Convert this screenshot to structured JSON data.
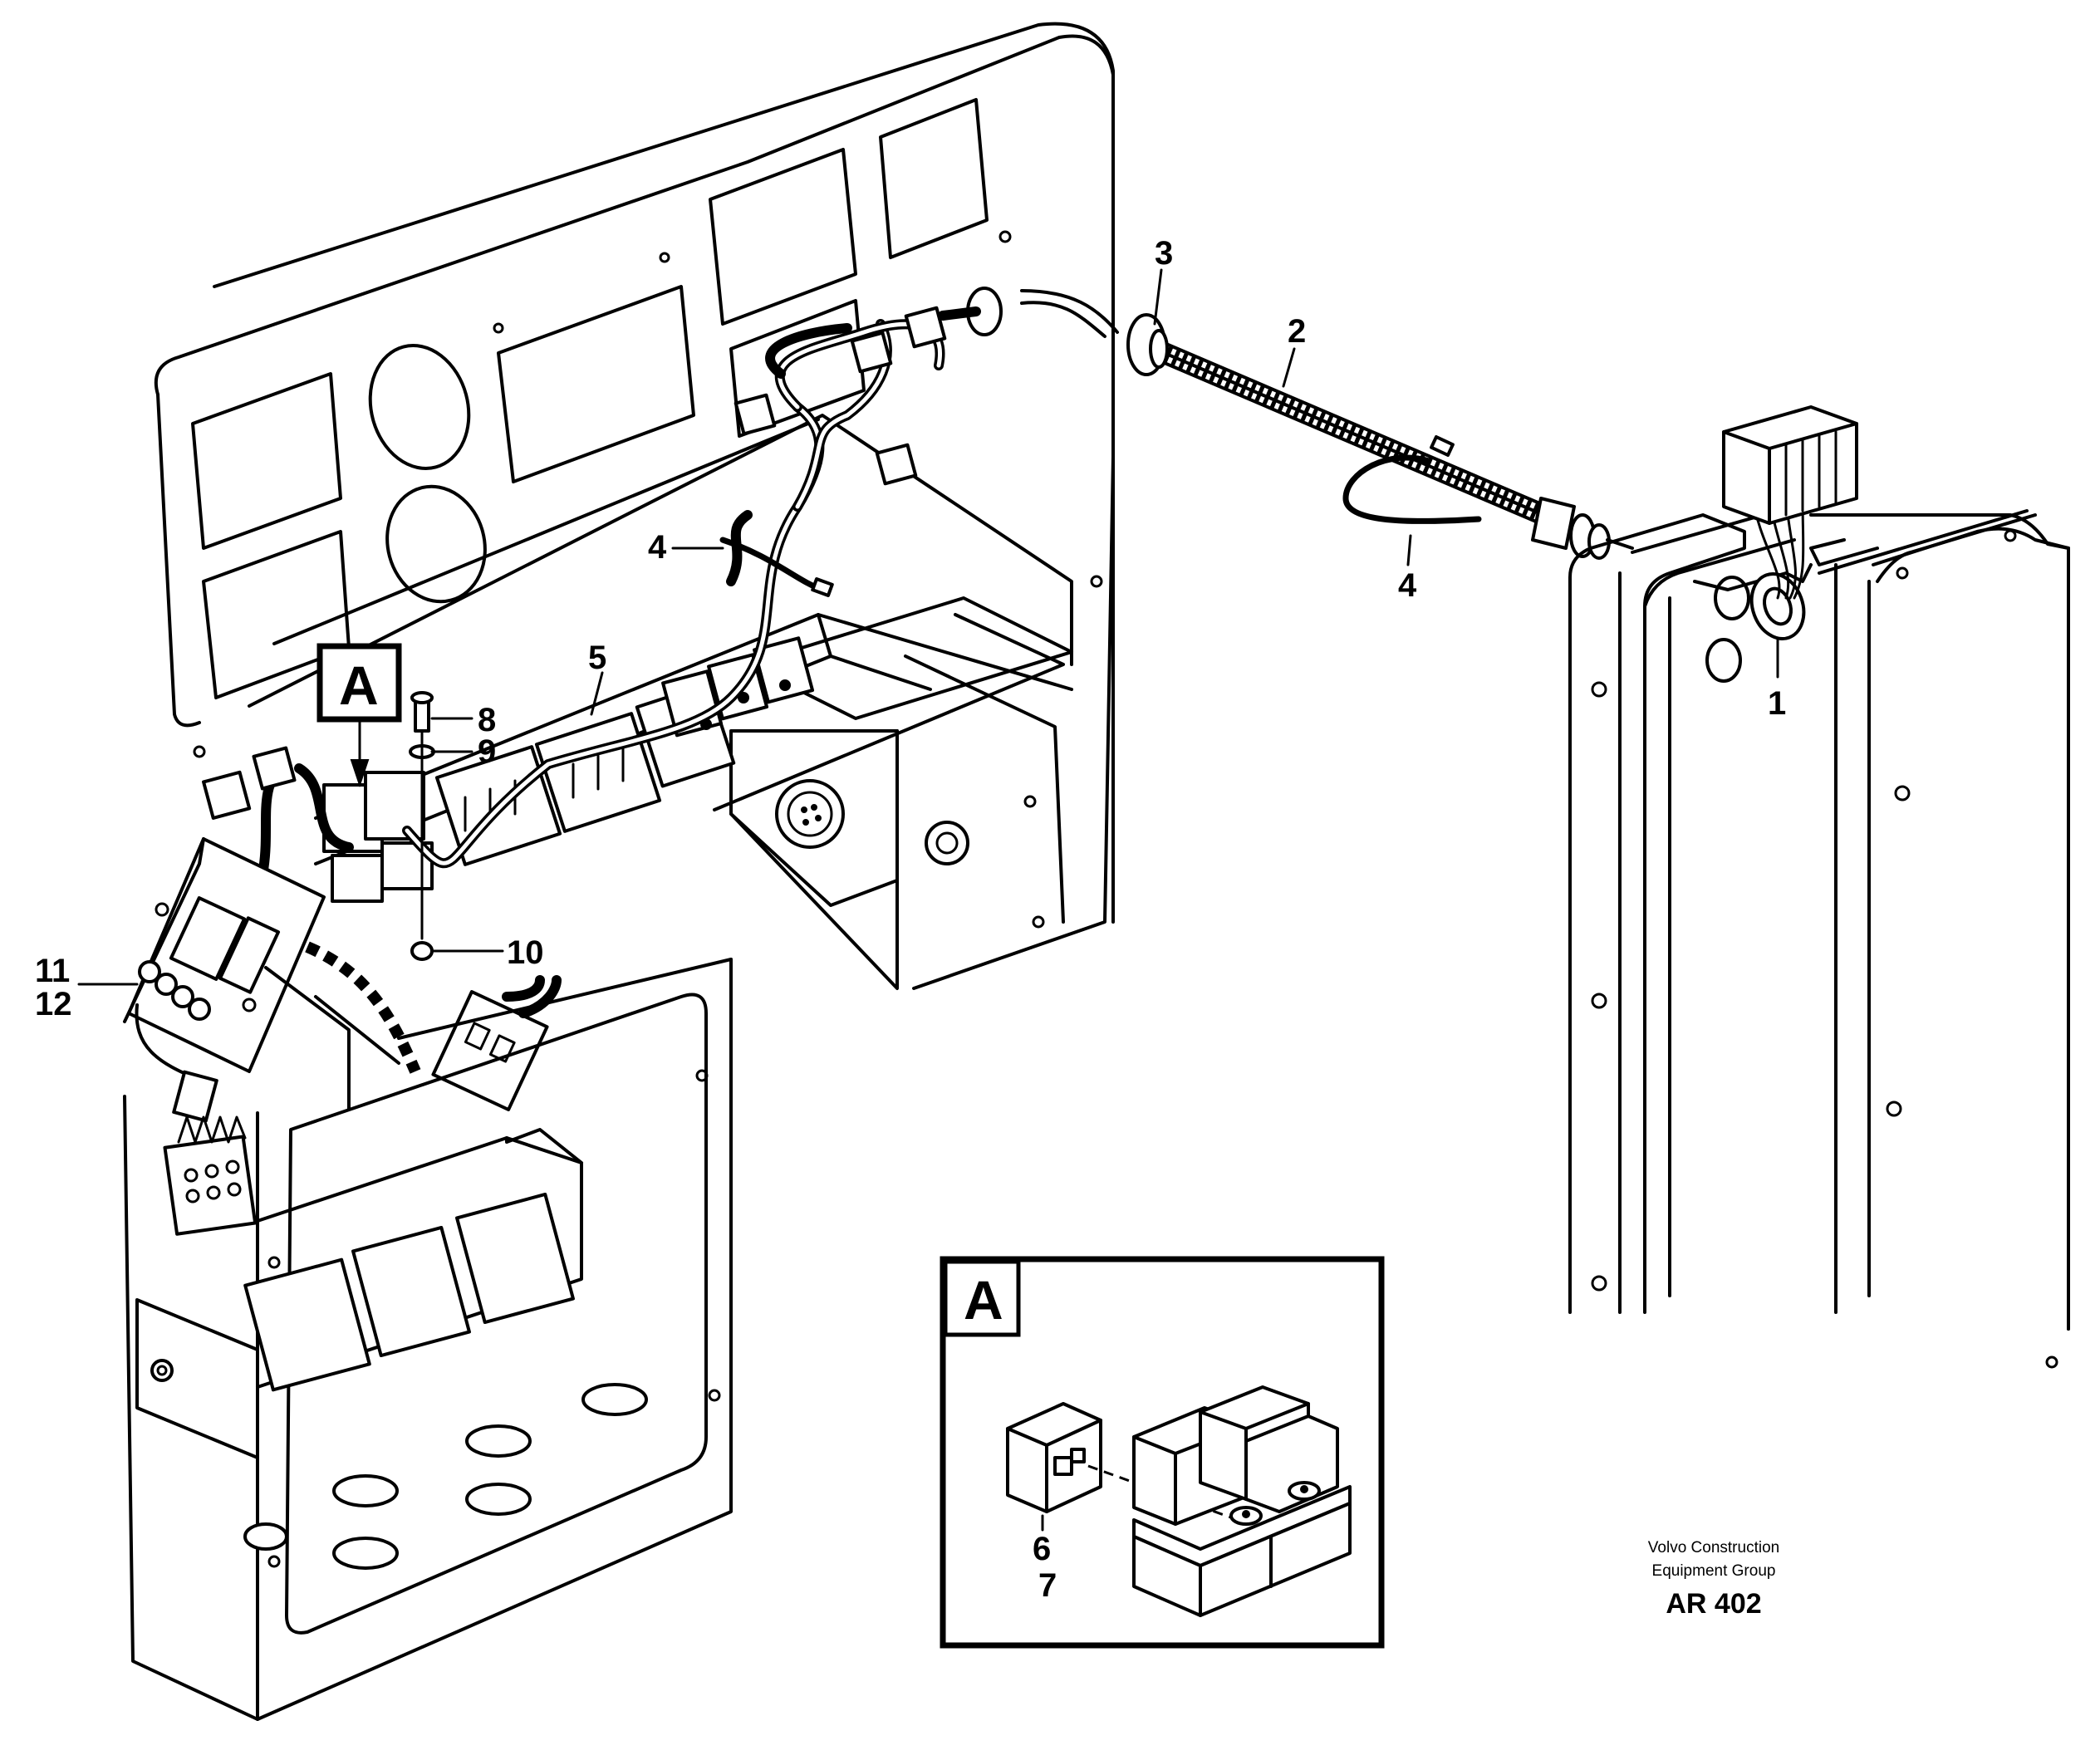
{
  "callouts": {
    "c1": "1",
    "c2": "2",
    "c3": "3",
    "c4a": "4",
    "c4b": "4",
    "c5": "5",
    "c6": "6",
    "c7": "7",
    "c8": "8",
    "c9": "9",
    "c10": "10",
    "c11": "11",
    "c12": "12"
  },
  "detail_marker": "A",
  "detail_box_label": "A",
  "footer": {
    "line1": "Volvo Construction",
    "line2": "Equipment Group",
    "code": "AR 402"
  },
  "colors": {
    "line": "#000000",
    "background": "#ffffff"
  }
}
